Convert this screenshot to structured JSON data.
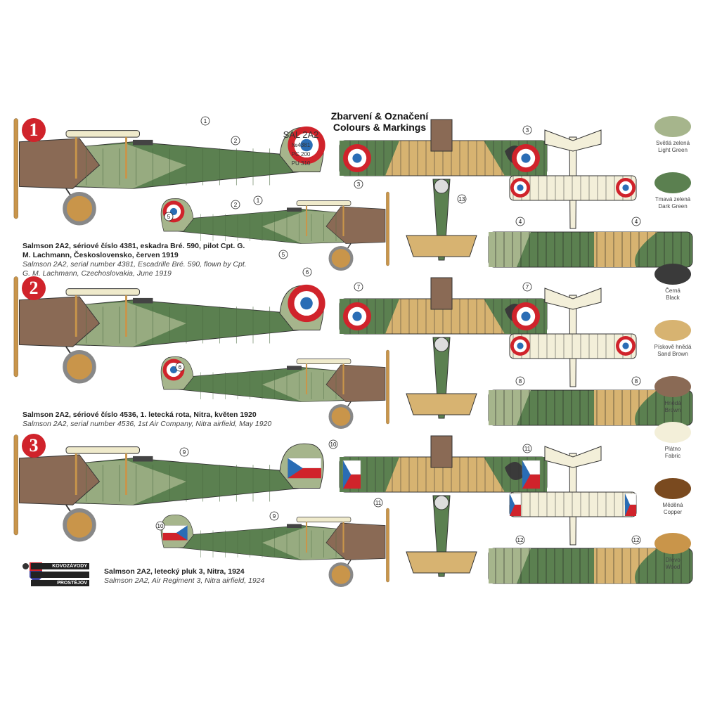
{
  "header": {
    "title_cz": "Zbarvení & Označení",
    "title_en": "Colours & Markings"
  },
  "profiles": [
    {
      "number": "1",
      "caption_cz": "Salmson 2A2, sériové číslo 4381, eskadra Bré. 590, pilot Cpt. G. M. Lachmann, Československo, červen 1919",
      "caption_en": "Salmson 2A2, serial number 4381, Escadrille Bré. 590, flown by Cpt. G. M. Lachmann, Czechoslovakia, June 1919",
      "tail_text": [
        "SAL 2A2",
        "№4381",
        "PC 200",
        "PU 310"
      ],
      "callouts": [
        "1",
        "2",
        "3",
        "4",
        "5",
        "13"
      ],
      "marking": "roundel"
    },
    {
      "number": "2",
      "caption_cz": "Salmson 2A2, sériové číslo 4536, 1. letecká rota, Nitra, květen 1920",
      "caption_en": "Salmson 2A2, serial number 4536, 1st Air Company, Nitra airfield, May 1920",
      "callouts": [
        "6",
        "7",
        "8"
      ],
      "marking": "roundel"
    },
    {
      "number": "3",
      "caption_cz": "Salmson 2A2, letecký pluk 3, Nitra, 1924",
      "caption_en": "Salmson 2A2, Air Regiment 3, Nitra airfield, 1924",
      "callouts": [
        "9",
        "10",
        "11",
        "12"
      ],
      "marking": "czech"
    }
  ],
  "legend": [
    {
      "cz": "Světlá zelená",
      "en": "Light Green",
      "color": "#a6b58c"
    },
    {
      "cz": "Tmavá zelená",
      "en": "Dark Green",
      "color": "#5b8050"
    },
    {
      "cz": "Černá",
      "en": "Black",
      "color": "#3a3a3a"
    },
    {
      "cz": "Pískově hnědá",
      "en": "Sand Brown",
      "color": "#d7b371"
    },
    {
      "cz": "Hnědá",
      "en": "Brown",
      "color": "#8a6a55"
    },
    {
      "cz": "Plátno",
      "en": "Fabric",
      "color": "#f3efd9"
    },
    {
      "cz": "Měděná",
      "en": "Copper",
      "color": "#7a4a1f"
    },
    {
      "cz": "Dřevo",
      "en": "Wood",
      "color": "#c9954a"
    }
  ],
  "logo": {
    "top": "KOVOZÁVODY",
    "bottom": "PROSTĚJOV"
  },
  "colors": {
    "red": "#d0232b",
    "blue": "#2a6db5",
    "white": "#ffffff"
  }
}
